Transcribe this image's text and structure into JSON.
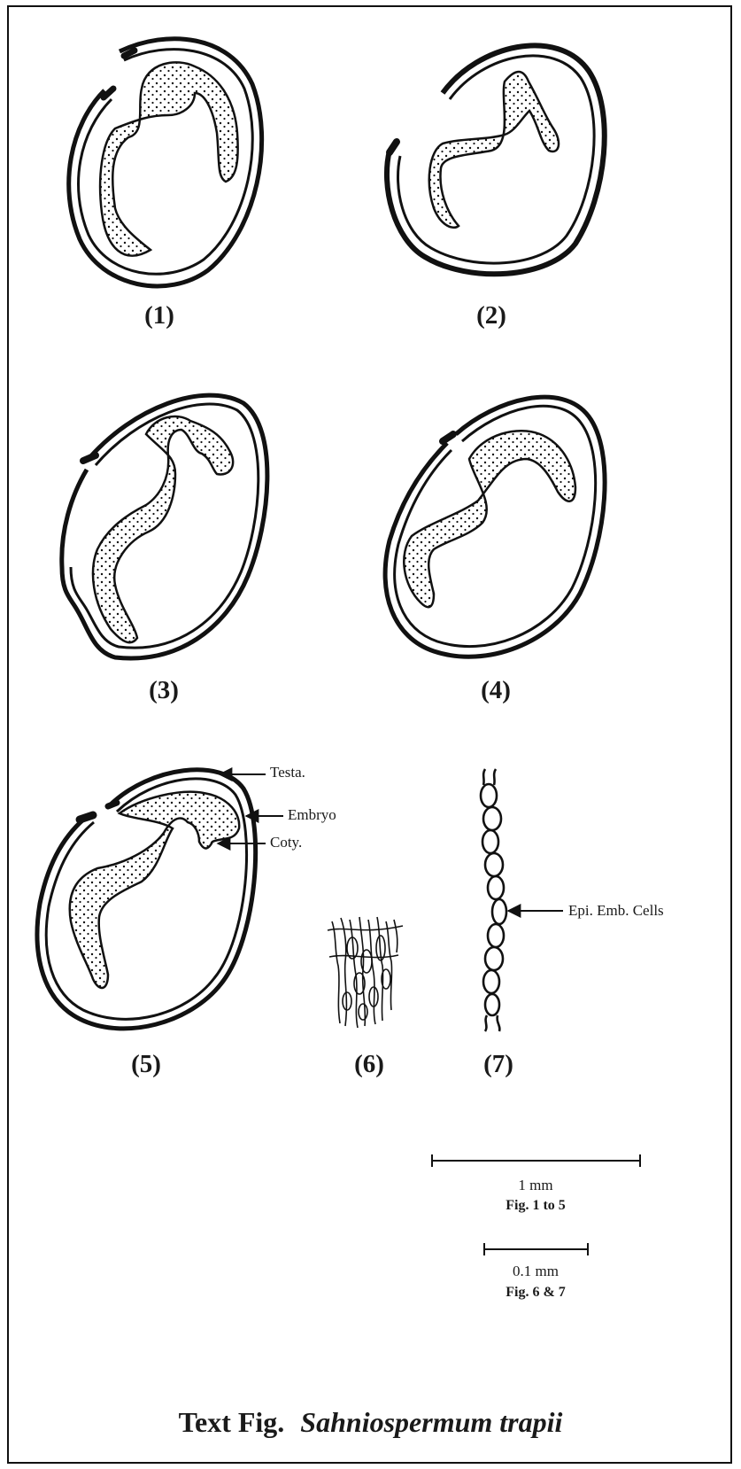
{
  "figure": {
    "labels": {
      "f1": "(1)",
      "f2": "(2)",
      "f3": "(3)",
      "f4": "(4)",
      "f5": "(5)",
      "f6": "(6)",
      "f7": "(7)"
    },
    "callouts": {
      "testa": "Testa.",
      "embryo": "Embryo",
      "coty": "Coty.",
      "epi": "Epi. Emb. Cells"
    },
    "scale_bars": [
      {
        "value": "1 mm",
        "caption": "Fig. 1 to 5"
      },
      {
        "value": "0.1 mm",
        "caption": "Fig. 6 & 7"
      }
    ],
    "title": {
      "prefix": "Text Fig.",
      "species": "Sahniospermum trapii"
    }
  }
}
